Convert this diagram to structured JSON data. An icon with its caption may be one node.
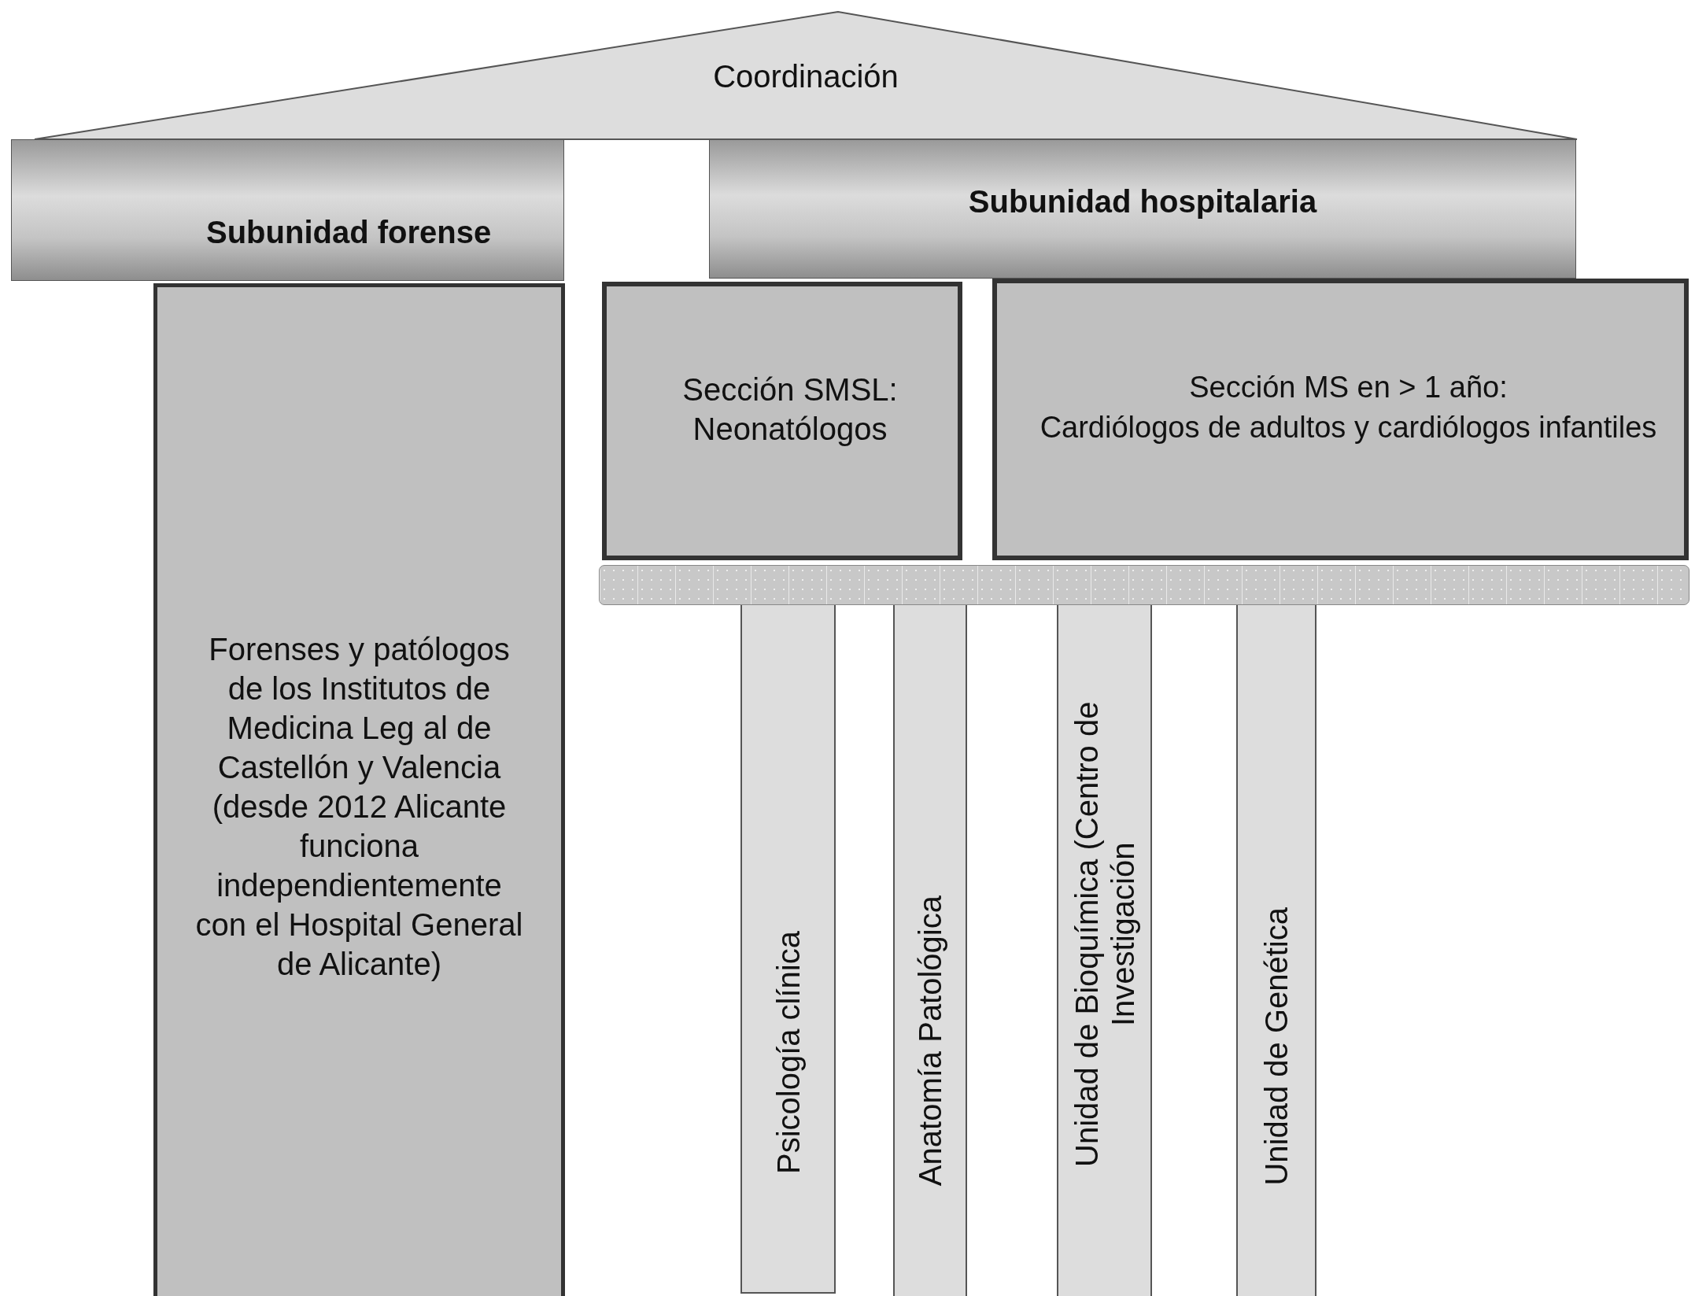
{
  "diagram": {
    "nodes": [
      {
        "text": [
          "Coordinación"
        ]
      },
      {
        "text": [
          "Subunidad forense"
        ]
      },
      {
        "text": [
          "Subunidad hospitalaria"
        ]
      },
      {
        "text": [
          "Forenses y patólogos de los Institutos de Medicina Leg al de Castellón y Valencia (desde 2012 Alicante funciona independientemente con el Hospital General de Alicante)"
        ]
      },
      {
        "text": [
          "Sección SMSL: Neonatólogos"
        ]
      },
      {
        "text": [
          "Sección MS en > 1 año:",
          "Cardiólogos de adultos y cardiólogos infantiles"
        ]
      },
      {
        "text": [],
        "shape": "bar"
      },
      {
        "text": [
          "Psicología clínica"
        ]
      },
      {
        "text": [
          "Anatomía Patológica"
        ]
      },
      {
        "text": [
          "Unidad de Bioquímica (Centro de Investigación"
        ]
      },
      {
        "text": [
          "Unidad de Genética"
        ]
      }
    ]
  }
}
